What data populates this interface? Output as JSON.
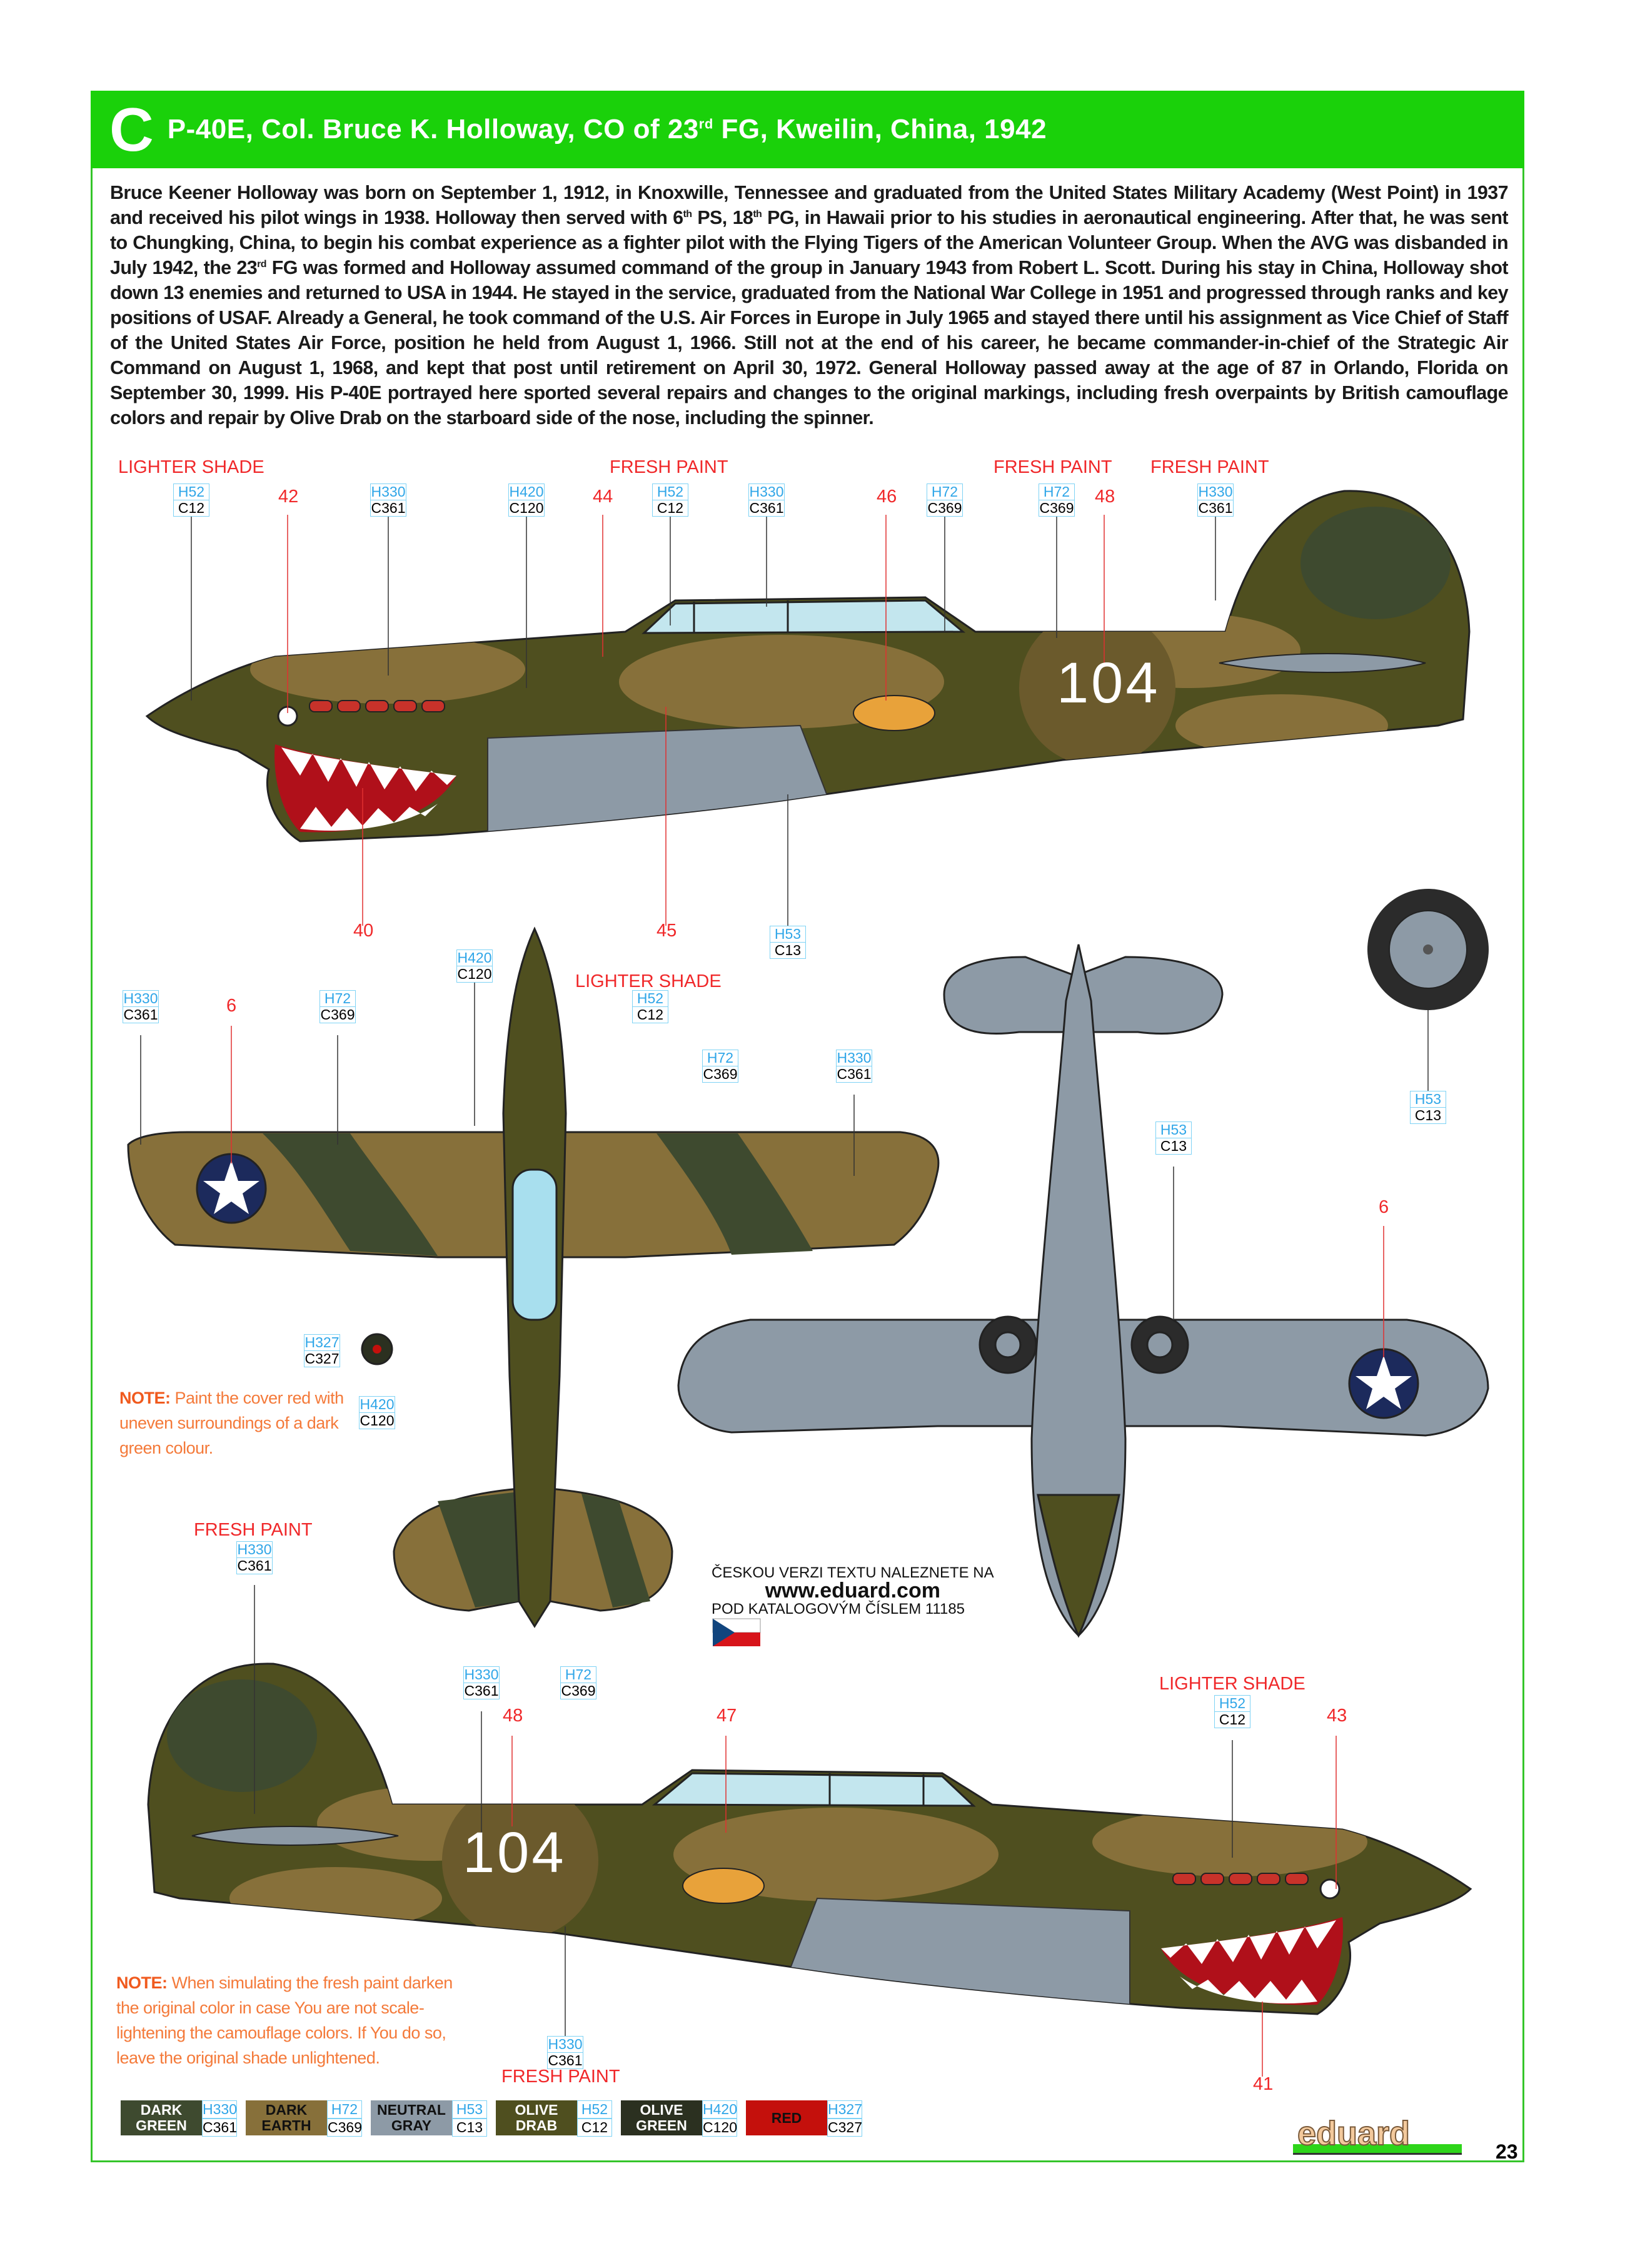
{
  "header": {
    "letter": "C",
    "title_pre": "P-40E, Col. Bruce K. Holloway, CO of 23",
    "title_sup": "rd",
    "title_post": " FG, Kweilin, China, 1942"
  },
  "description": {
    "p1": "Bruce Keener Holloway was born on September 1, 1912, in Knoxwille, Tennessee and graduated from the United States Military Academy (West Point) in 1937 and received his pilot wings in 1938. Holloway then served with 6",
    "s1": "th",
    "p2": " PS, 18",
    "s2": "th",
    "p3": " PG, in Hawaii prior to his studies in aeronautical engineering. After that, he was sent to Chungking, China, to begin his combat experience as a fighter pilot with the Flying Tigers of the American Volunteer Group. When the AVG was disbanded in July 1942, the 23",
    "s3": "rd",
    "p4": " FG was formed and Holloway assumed command of the group in January 1943 from Robert L. Scott. During his stay in China, Holloway shot down 13 enemies and returned to USA in 1944. He stayed in the service, graduated from the National War College in 1951 and progressed through ranks and key positions of USAF. Already a General, he took command of the U.S. Air Forces in Europe in July 1965 and stayed there until his assignment as Vice Chief of Staff of the United States Air Force, position he held from August 1, 1966. Still not at the end of his career, he became commander-in-chief of the Strategic Air Command on August 1, 1968, and kept that post until retirement on April 30, 1972. General Holloway passed away at the age of 87 in Orlando, Florida on September 30, 1999. His P-40E portrayed here sported several repairs and changes to the original markings, including fresh overpaints by British camouflage colors and repair by Olive Drab on the starboard side of the nose, including the spinner."
  },
  "labels": {
    "lighter_shade": "LIGHTER SHADE",
    "fresh_paint": "FRESH PAINT"
  },
  "markers": {
    "m40": "40",
    "m41": "41",
    "m42": "42",
    "m43": "43",
    "m44": "44",
    "m45": "45",
    "m46": "46",
    "m47": "47",
    "m48": "48",
    "m6": "6"
  },
  "aircraft_code": "104",
  "paints": {
    "dark_green": {
      "name": "DARK\nGREEN",
      "h": "H330",
      "c": "C361",
      "color": "#3e4a2f"
    },
    "dark_earth": {
      "name": "DARK\nEARTH",
      "h": "H72",
      "c": "C369",
      "color": "#87703a"
    },
    "neutral_gray": {
      "name": "NEUTRAL\nGRAY",
      "h": "H53",
      "c": "C13",
      "color": "#8d9aa6"
    },
    "olive_drab": {
      "name": "OLIVE\nDRAB",
      "h": "H52",
      "c": "C12",
      "color": "#4f4f1f"
    },
    "olive_green": {
      "name": "OLIVE\nGREEN",
      "h": "H420",
      "c": "C120",
      "color": "#2b3020"
    },
    "red": {
      "name": "RED",
      "h": "H327",
      "c": "C327",
      "color": "#c4100c"
    }
  },
  "notes": {
    "note1": {
      "label": "NOTE:",
      "text": " Paint the cover red with uneven surroundings of a dark green colour."
    },
    "note2": {
      "label": "NOTE:",
      "text": " When simulating the fresh paint darken the original color in case You are not scale-lightening the camouflage colors. If You do so, leave the original shade unlightened."
    }
  },
  "czech": {
    "line1": "ČESKOU VERZI TEXTU NALEZNETE NA",
    "url": "www.eduard.com",
    "line2": "POD KATALOGOVÝM ČÍSLEM 11185"
  },
  "logo": "eduard",
  "page_number": "23"
}
